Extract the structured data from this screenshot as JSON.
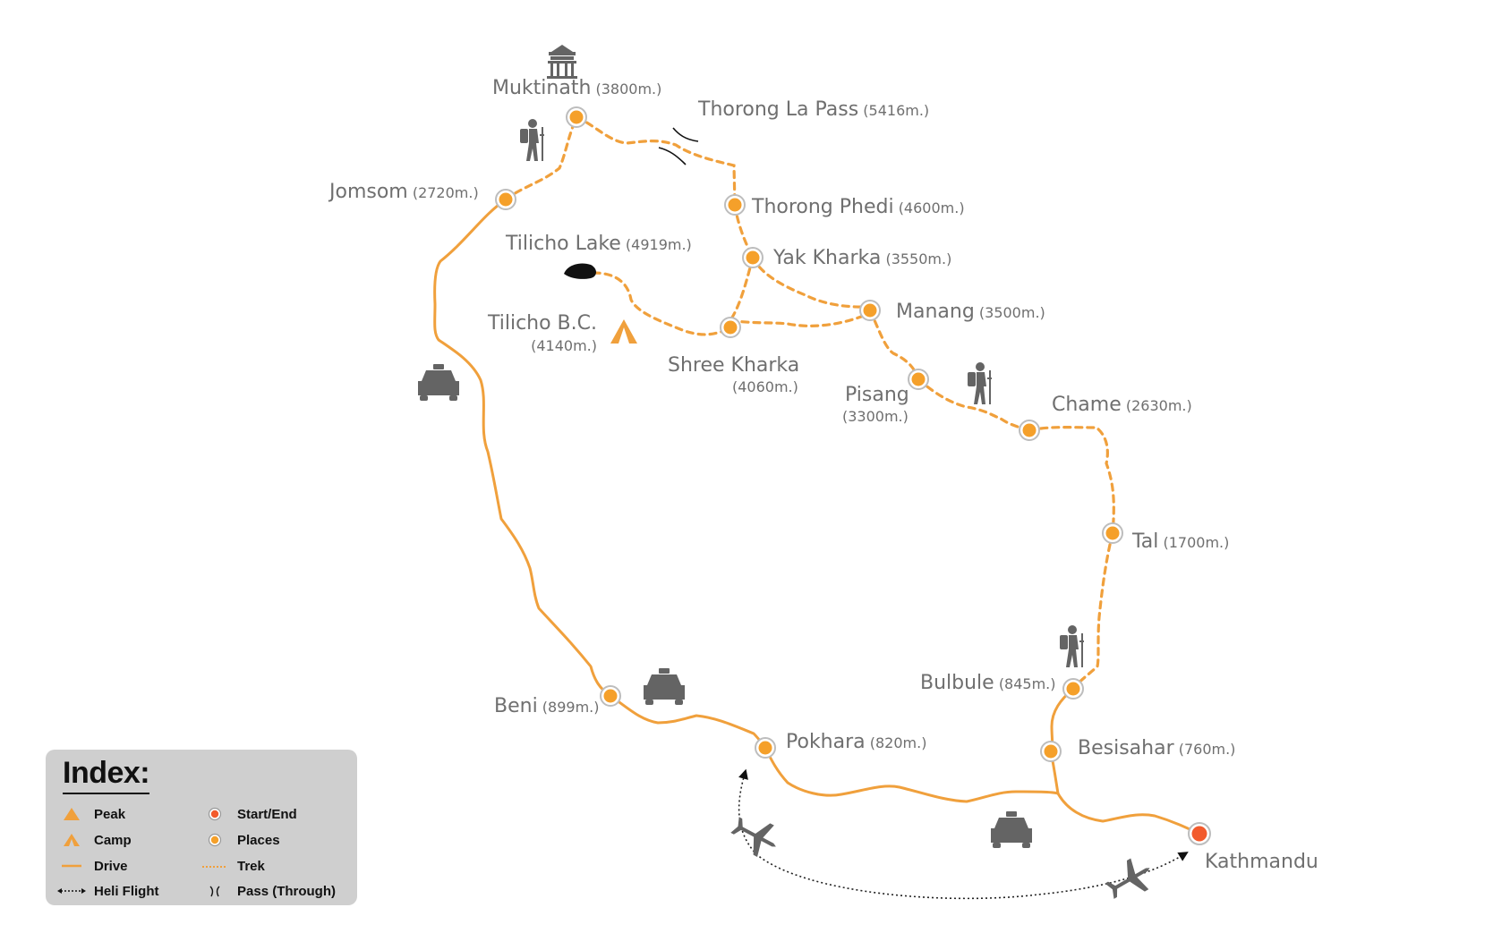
{
  "places": [
    {
      "id": "muktinath",
      "name": "Muktinath",
      "elevation": "(3800m.)"
    },
    {
      "id": "thorong-la-pass",
      "name": "Thorong La Pass",
      "elevation": "(5416m.)"
    },
    {
      "id": "jomsom",
      "name": "Jomsom",
      "elevation": "(2720m.)"
    },
    {
      "id": "thorong-phedi",
      "name": "Thorong Phedi",
      "elevation": "(4600m.)"
    },
    {
      "id": "tilicho-lake",
      "name": "Tilicho Lake",
      "elevation": "(4919m.)"
    },
    {
      "id": "yak-kharka",
      "name": "Yak Kharka",
      "elevation": "(3550m.)"
    },
    {
      "id": "manang",
      "name": "Manang",
      "elevation": "(3500m.)"
    },
    {
      "id": "tilicho-bc",
      "name": "Tilicho B.C.",
      "elevation": "(4140m.)"
    },
    {
      "id": "shree-kharka",
      "name": "Shree Kharka",
      "elevation": "(4060m.)"
    },
    {
      "id": "pisang",
      "name": "Pisang",
      "elevation": "(3300m.)"
    },
    {
      "id": "chame",
      "name": "Chame",
      "elevation": "(2630m.)"
    },
    {
      "id": "tal",
      "name": "Tal",
      "elevation": "(1700m.)"
    },
    {
      "id": "bulbule",
      "name": "Bulbule",
      "elevation": "(845m.)"
    },
    {
      "id": "beni",
      "name": "Beni",
      "elevation": "(899m.)"
    },
    {
      "id": "pokhara",
      "name": "Pokhara",
      "elevation": "(820m.)"
    },
    {
      "id": "besisahar",
      "name": "Besisahar",
      "elevation": "(760m.)"
    },
    {
      "id": "kathmandu",
      "name": "Kathmandu",
      "elevation": ""
    }
  ],
  "legend": {
    "title": "Index:",
    "items": [
      {
        "label": "Peak",
        "symbol": "peak-icon"
      },
      {
        "label": "Start/End",
        "symbol": "start-end-icon"
      },
      {
        "label": "Camp",
        "symbol": "camp-icon"
      },
      {
        "label": "Places",
        "symbol": "place-icon"
      },
      {
        "label": "Drive",
        "symbol": "drive-line-icon"
      },
      {
        "label": "Trek",
        "symbol": "trek-line-icon"
      },
      {
        "label": "Heli Flight",
        "symbol": "heli-flight-icon"
      },
      {
        "label": "Pass (Through)",
        "symbol": "pass-icon"
      }
    ]
  },
  "colors": {
    "route": "#F0A03C",
    "place_fill": "#F5A02A",
    "start_end": "#F25A2C",
    "label_text": "#6f6f6f",
    "icon_gray": "#646464",
    "legend_bg": "#cfcfcf"
  }
}
